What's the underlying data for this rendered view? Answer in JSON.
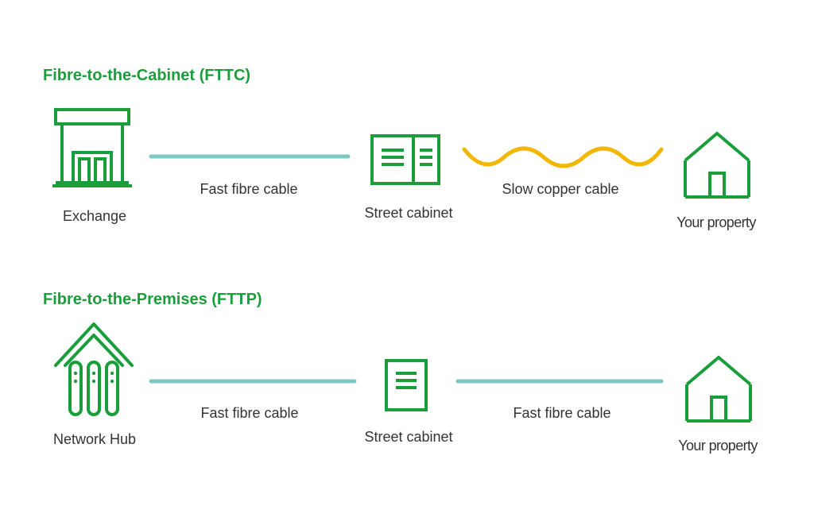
{
  "colors": {
    "green": "#1a9e3c",
    "fibre": "#7cc8c4",
    "copper": "#f2b705",
    "text": "#333333"
  },
  "fttc": {
    "title": "Fibre-to-the-Cabinet (FTTC)",
    "exchange": {
      "label": "Exchange",
      "icon": "exchange-building-icon"
    },
    "link1": {
      "label": "Fast fibre cable",
      "type": "fibre"
    },
    "cabinet": {
      "label": "Street cabinet",
      "icon": "street-cabinet-icon"
    },
    "link2": {
      "label": "Slow copper cable",
      "type": "copper"
    },
    "property": {
      "label": "Your property",
      "icon": "house-icon"
    }
  },
  "fttp": {
    "title": "Fibre-to-the-Premises (FTTP)",
    "hub": {
      "label": "Network Hub",
      "icon": "network-hub-icon"
    },
    "link1": {
      "label": "Fast fibre cable",
      "type": "fibre"
    },
    "cabinet": {
      "label": "Street cabinet",
      "icon": "street-cabinet-icon"
    },
    "link2": {
      "label": "Fast fibre cable",
      "type": "fibre"
    },
    "property": {
      "label": "Your property",
      "icon": "house-icon"
    }
  }
}
